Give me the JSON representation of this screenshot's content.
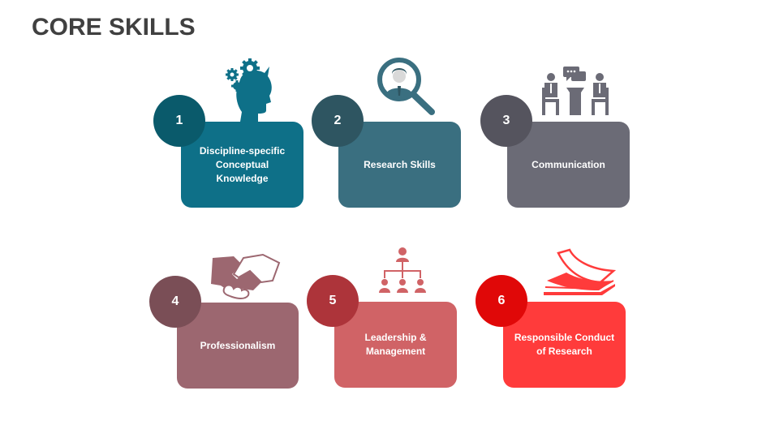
{
  "slide": {
    "title": "CORE SKILLS"
  },
  "items": [
    {
      "number": "1",
      "label": "Discipline-specific\nConceptual\nKnowledge",
      "icon": "head-gears-icon",
      "box_color": "#0E7088",
      "circle_color": "#0A5A6B"
    },
    {
      "number": "2",
      "label": "Research Skills",
      "icon": "magnifier-person-icon",
      "box_color": "#3A6F80",
      "circle_color": "#2E5561"
    },
    {
      "number": "3",
      "label": "Communication",
      "icon": "meeting-chat-icon",
      "box_color": "#6B6B76",
      "circle_color": "#55545E"
    },
    {
      "number": "4",
      "label": "Professionalism",
      "icon": "handshake-icon",
      "box_color": "#9C6770",
      "circle_color": "#7A4E56"
    },
    {
      "number": "5",
      "label": "Leadership &\nManagement",
      "icon": "org-chart-icon",
      "box_color": "#D06366",
      "circle_color": "#AD343A"
    },
    {
      "number": "6",
      "label": "Responsible Conduct\nof Research",
      "icon": "paper-stack-icon",
      "box_color": "#FF3B3B",
      "circle_color": "#E00808"
    }
  ]
}
